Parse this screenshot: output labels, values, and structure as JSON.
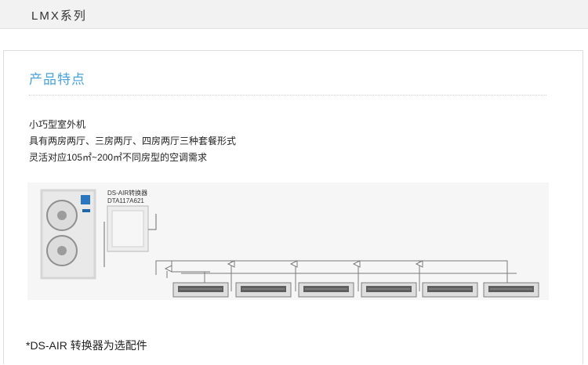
{
  "header": {
    "title": "LMX系列"
  },
  "section": {
    "title": "产品特点",
    "features": [
      "小巧型室外机",
      "具有两房两厅、三房两厅、四房两厅三种套餐形式",
      "灵活对应105㎡~200㎡不同房型的空调需求"
    ]
  },
  "diagram": {
    "converter_label_1": "DS-AIR转换器",
    "converter_label_2": "DTA117A621",
    "indoor_unit_count": 6
  },
  "footnote": "*DS-AIR 转换器为选配件"
}
